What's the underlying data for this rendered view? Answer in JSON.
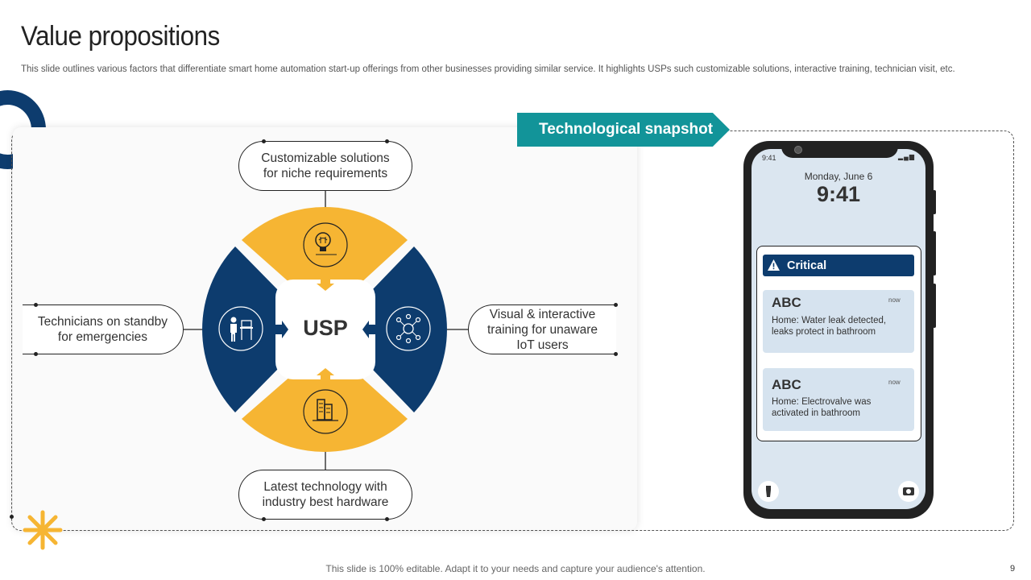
{
  "header": {
    "title": "Value propositions",
    "subtitle": "This slide outlines various factors that differentiate smart home automation start-up offerings from other businesses providing similar service. It highlights USPs such customizable solutions, interactive training, technician visit, etc."
  },
  "diagram": {
    "center_label": "USP",
    "top_label": "Customizable solutions\nfor niche requirements",
    "left_label": "Technicians  on standby\nfor emergencies",
    "right_label": "Visual & interactive\ntraining for unaware\nIoT users",
    "bottom_label": "Latest technology with\nindustry best hardware",
    "icons": [
      "lightbulb-brain-icon",
      "technician-icon",
      "iot-network-icon",
      "building-icon"
    ]
  },
  "snapshot": {
    "banner": "Technological snapshot",
    "status_time": "9:41",
    "date": "Monday, June 6",
    "clock": "9:41",
    "critical_label": "Critical",
    "notifications": [
      {
        "title": "ABC",
        "time": "now",
        "body": "Home: Water leak detected,\nleaks protect in bathroom"
      },
      {
        "title": "ABC",
        "time": "now",
        "body": "Home: Electrovalve was\nactivated in bathroom"
      }
    ]
  },
  "footer": {
    "text": "This slide is 100% editable. Adapt it to your needs and capture your audience's attention.",
    "page": "9"
  },
  "colors": {
    "navy": "#0d3c6e",
    "yellow": "#f6b533",
    "teal": "#129499"
  }
}
